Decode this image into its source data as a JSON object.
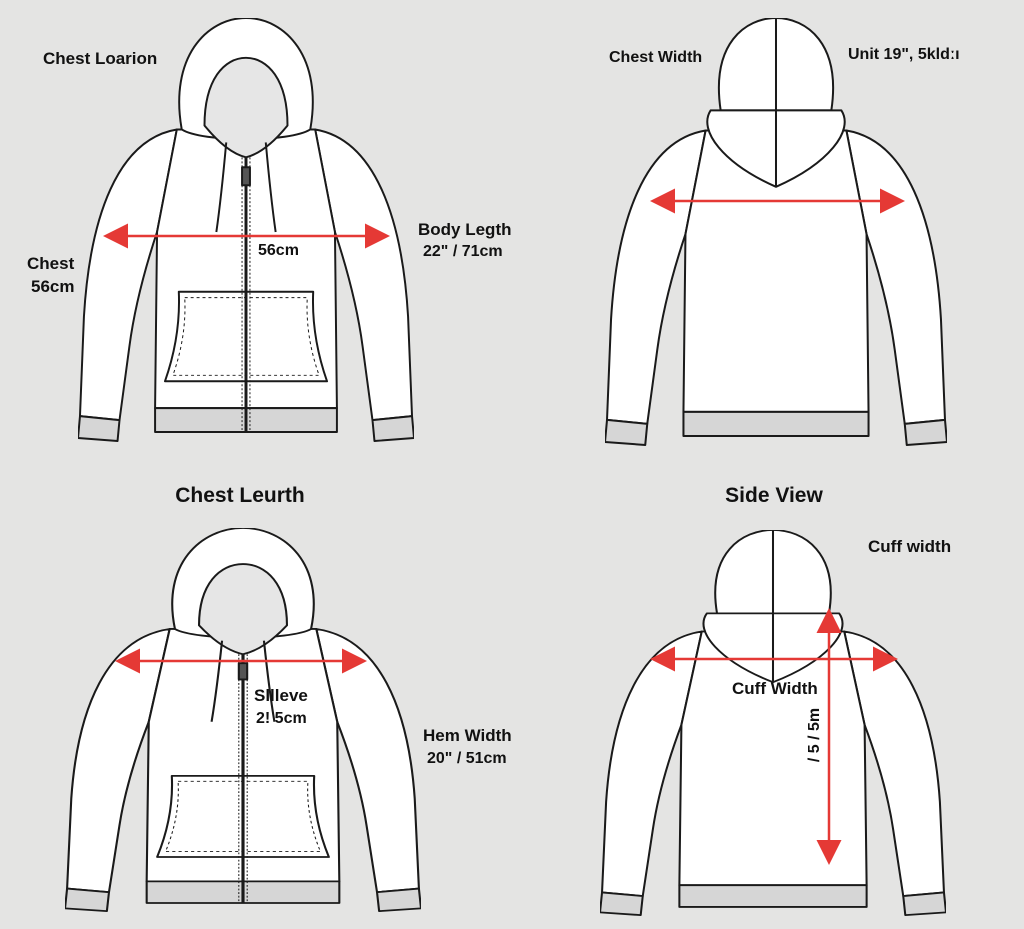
{
  "colors": {
    "background": "#e4e4e3",
    "garment_fill": "#ffffff",
    "rib_fill": "#d6d6d6",
    "outline": "#1a1a1a",
    "measure_arrow": "#e53935"
  },
  "views": [
    {
      "type": "front",
      "labels": {
        "top_left": "Chest Loarion",
        "chest": "Chest",
        "chest_value": "56cm",
        "center_value": "56cm",
        "body_length": "Body Legth",
        "body_length_value": "22\" / 71cm"
      }
    },
    {
      "type": "back",
      "labels": {
        "chest_width": "Chest Width",
        "unit": "Unit 19\", 5kldːı"
      }
    },
    {
      "type": "front",
      "labels": {
        "title": "Chest Leurth",
        "sleeve": "Sllleve",
        "sleeve_value": "2ǃ 5cm",
        "hem_width": "Hem Width",
        "hem_width_value": "20\" / 51cm"
      }
    },
    {
      "type": "back",
      "labels": {
        "title": "Side View",
        "cuff_width_top": "Cuff width",
        "cuff_width": "Cuff Width",
        "vertical_value": "/ 5 / 5m"
      }
    }
  ]
}
